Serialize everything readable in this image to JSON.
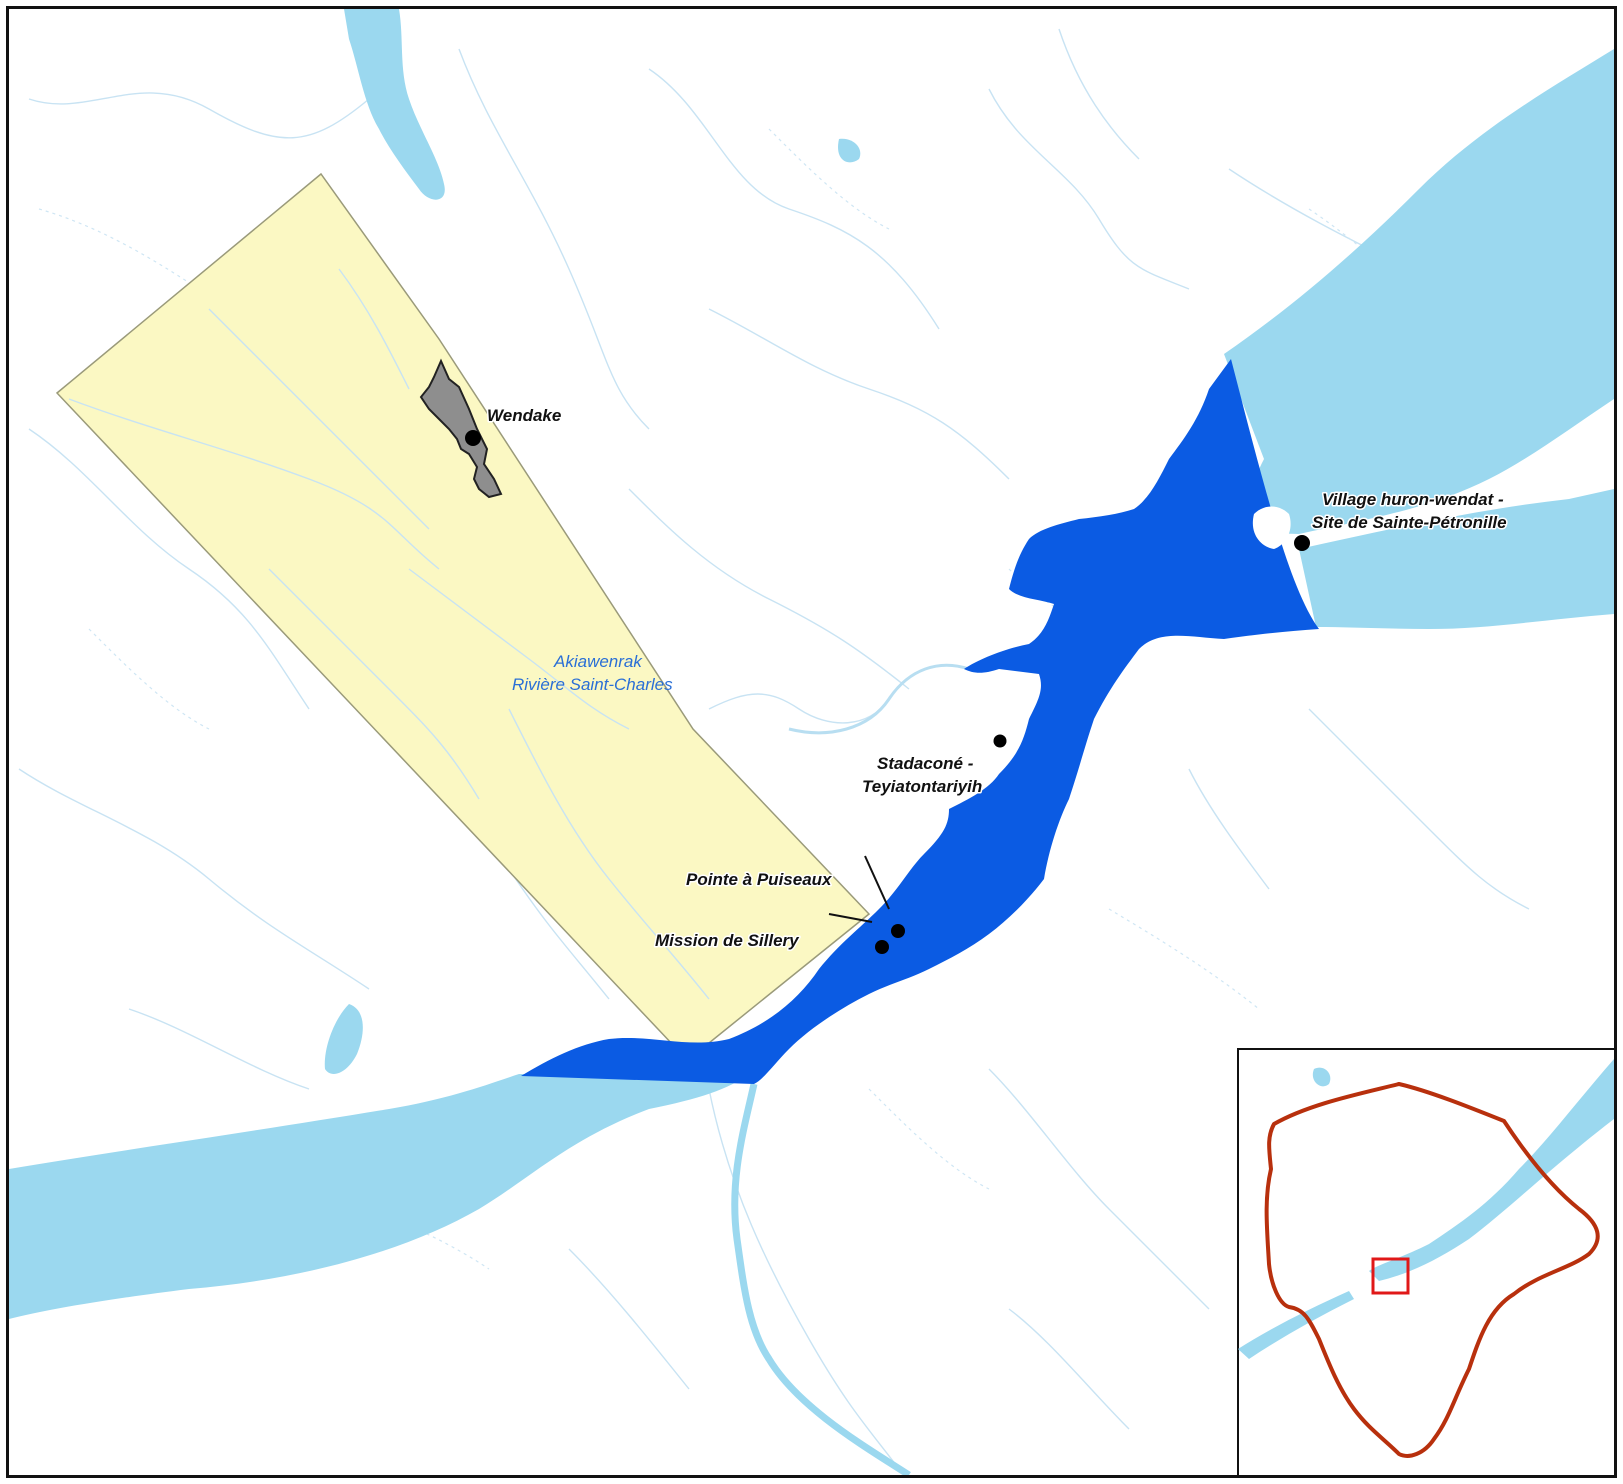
{
  "map": {
    "places": {
      "wendake": "Wendake",
      "stadacone_line1": "Stadaconé -",
      "stadacone_line2": "Teyiatontariyih",
      "pointe": "Pointe à Puiseaux",
      "sillery": "Mission de Sillery",
      "village_line1": "Village huron-wendat -",
      "village_line2": "Site de Sainte-Pétronille"
    },
    "river": {
      "line1": "Akiawenrak",
      "line2": "Rivière Saint-Charles"
    },
    "colors": {
      "water": "#9bd8ef",
      "estuary_highlight": "#0b5be3",
      "territory": "#fbf8c3",
      "wendake_reserve": "#8e8e8e",
      "inset_boundary": "#b8300d",
      "inset_extent_box": "#e01818"
    }
  }
}
